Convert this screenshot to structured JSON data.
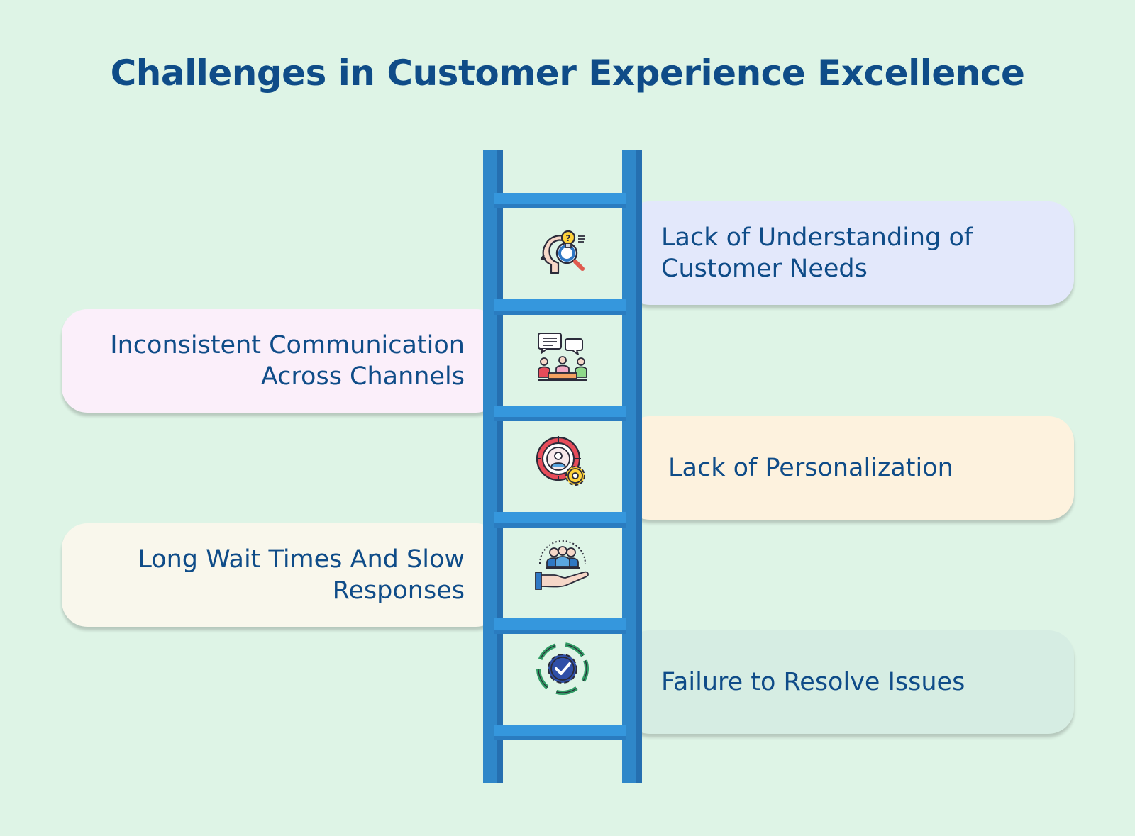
{
  "title": "Challenges in Customer Experience Excellence",
  "colors": {
    "background": "#def4e6",
    "title": "#0f4c88",
    "ladder": "#2f87c9",
    "ladder_dark": "#256fb0"
  },
  "steps": [
    {
      "side": "right",
      "lines": [
        "Lack of Understanding of",
        "Customer Needs"
      ],
      "icon": "idea-search-head-icon",
      "card_color": "#e3e8fb"
    },
    {
      "side": "left",
      "lines": [
        "Inconsistent Communication",
        "Across Channels"
      ],
      "icon": "team-meeting-chat-icon",
      "card_color": "#fbeffa"
    },
    {
      "side": "right",
      "lines": [
        "Lack of Personalization"
      ],
      "icon": "target-user-gear-icon",
      "card_color": "#fdf2de"
    },
    {
      "side": "left",
      "lines": [
        "Long Wait Times And Slow",
        "Responses"
      ],
      "icon": "hand-holding-team-icon",
      "card_color": "#f9f7ec"
    },
    {
      "side": "right",
      "lines": [
        "Failure to Resolve Issues"
      ],
      "icon": "cycle-gear-check-icon",
      "card_color": "#d6ede3"
    }
  ]
}
